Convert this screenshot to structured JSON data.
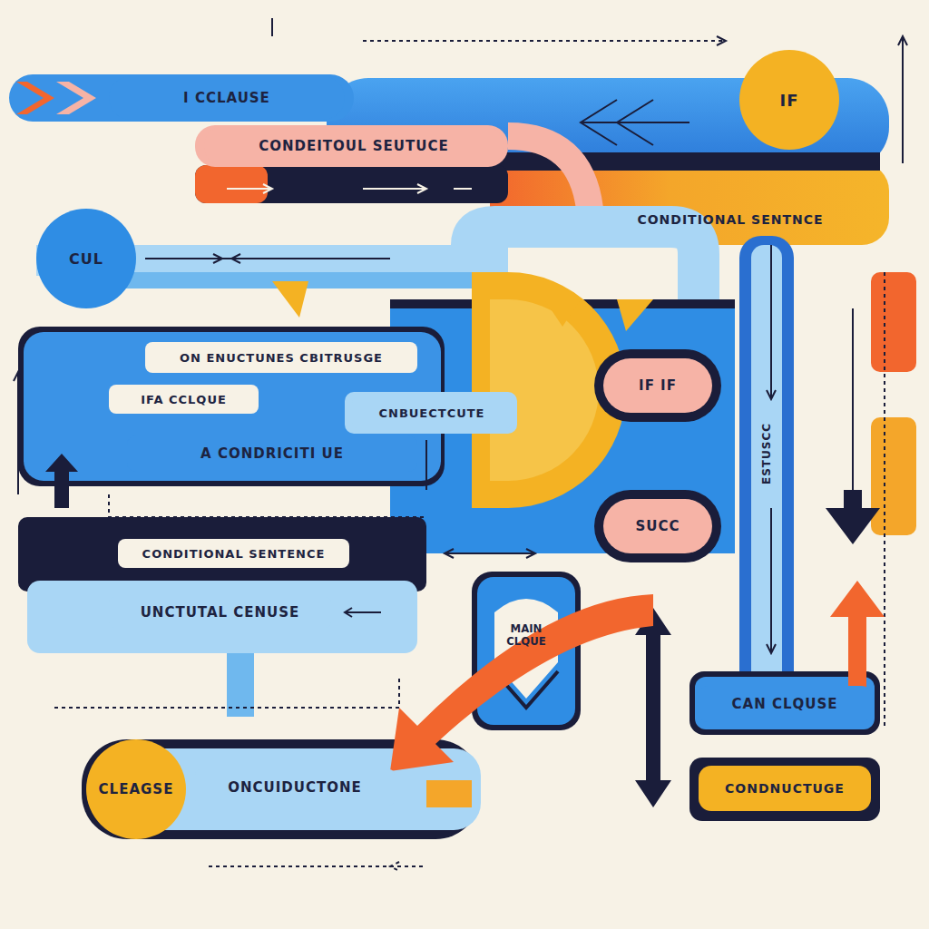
{
  "diagram": {
    "nodes": [
      {
        "text": [
          "I CCLAUSE"
        ]
      },
      {
        "text": [
          "IF"
        ]
      },
      {
        "text": [
          "CONDEITOUL SEUTUCE"
        ]
      },
      {
        "text": [
          "CONDITIONAL SENTNCE"
        ]
      },
      {
        "text": [
          "CUL"
        ]
      },
      {
        "text": [
          "ON ENUCTUNES CBITRUSGE"
        ]
      },
      {
        "text": [
          "IFA CCLQUE"
        ]
      },
      {
        "text": [
          "CNBUECTCUTE"
        ]
      },
      {
        "text": [
          "IF IF"
        ]
      },
      {
        "text": [
          "A CONDRICITI UE"
        ]
      },
      {
        "text": [
          "SUCC"
        ]
      },
      {
        "text": [
          "CONDITIONAL SENTENCE"
        ]
      },
      {
        "text": [
          "UNCTUTAL CENUSE"
        ]
      },
      {
        "text": [
          "CAN CLQUSE"
        ]
      },
      {
        "text": [
          "MAIN CLQUE"
        ]
      },
      {
        "text": [
          "CLEAGSE"
        ]
      },
      {
        "text": [
          "ONCUIDUCTONE"
        ]
      },
      {
        "text": [
          "CONDNUCTUGE"
        ]
      }
    ],
    "labels": [
      "ESTUSCC"
    ]
  }
}
